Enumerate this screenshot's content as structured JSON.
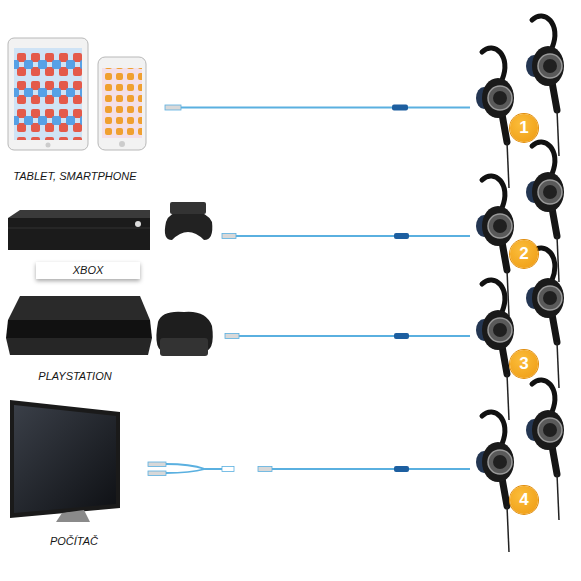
{
  "diagram": {
    "nodes": [
      {
        "text": [
          "1"
        ]
      },
      {
        "text": [
          "2"
        ]
      },
      {
        "text": [
          "3"
        ]
      },
      {
        "text": [
          "4"
        ]
      }
    ],
    "labels": [
      "TABLET, SMARTPHONE",
      "XBOX",
      "PLAYSTATION",
      "POČÍTAČ"
    ]
  }
}
